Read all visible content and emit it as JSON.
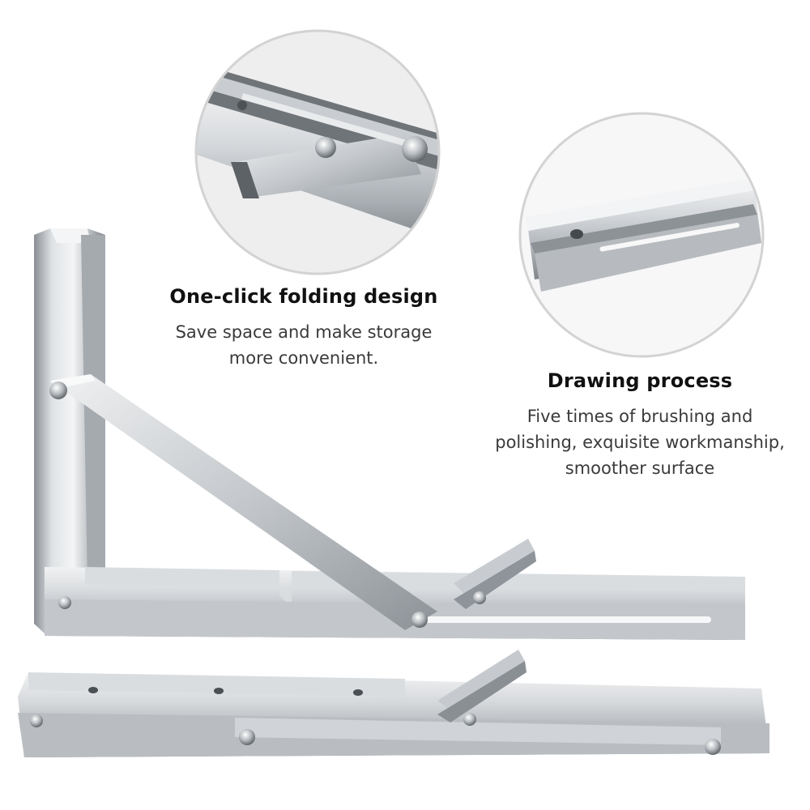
{
  "features": [
    {
      "title": "One-click folding design",
      "lines": [
        "Save space and make storage",
        "more convenient."
      ]
    },
    {
      "title": "Drawing process",
      "lines": [
        "Five times of brushing and",
        "polishing, exquisite workmanship,",
        "smoother surface"
      ]
    }
  ],
  "colors": {
    "steel_light": "#e6e8ea",
    "steel_mid": "#b9bdc1",
    "steel_dark": "#7d8287",
    "circle_border": "#d0d0d0"
  }
}
